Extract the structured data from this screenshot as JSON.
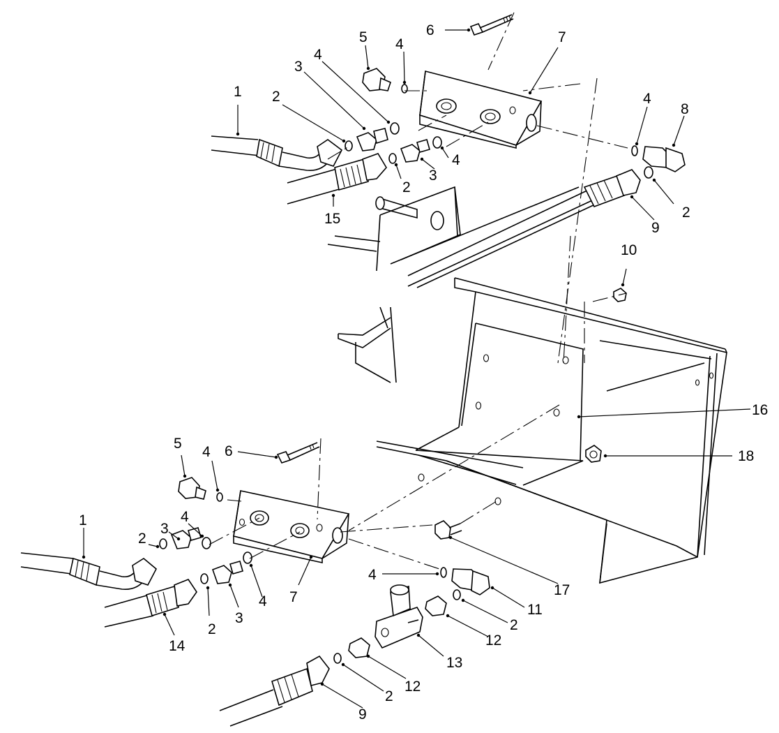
{
  "callouts": {
    "c1_top": "1",
    "c2_a": "2",
    "c3_a": "3",
    "c4_a": "4",
    "c5_top": "5",
    "c4_b": "4",
    "c6_top": "6",
    "c7_top": "7",
    "c4_c": "4",
    "c8": "8",
    "c2_b": "2",
    "c3_b": "3",
    "c4_d": "4",
    "c15": "15",
    "c2_c": "2",
    "c9_top": "9",
    "c10": "10",
    "c16": "16",
    "c5_bot": "5",
    "c4_e": "4",
    "c6_bot": "6",
    "c18": "18",
    "c1_bot": "1",
    "c2_d": "2",
    "c3_c": "3",
    "c4_f": "4",
    "c2_e": "2",
    "c3_d": "3",
    "c4_g": "4",
    "c7_bot": "7",
    "c14": "14",
    "c17": "17",
    "c4_h": "4",
    "c11": "11",
    "c2_f": "2",
    "c12_a": "12",
    "c13": "13",
    "c12_b": "12",
    "c2_g": "2",
    "c9_bot": "9"
  }
}
